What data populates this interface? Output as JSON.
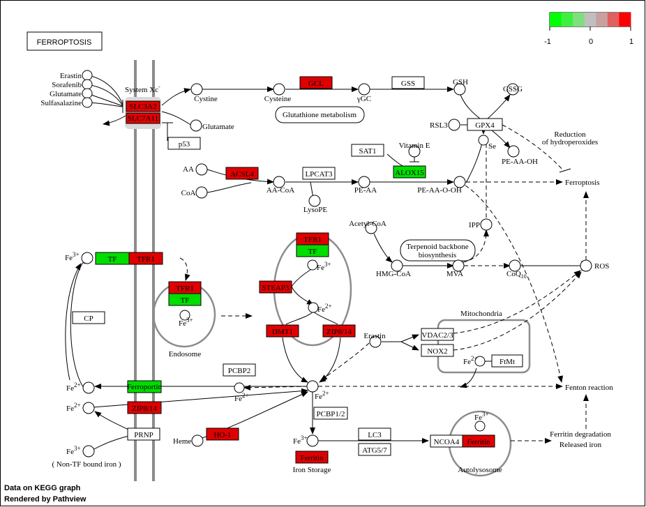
{
  "title": "FERROPTOSIS",
  "legend": {
    "scale_labels": [
      "-1",
      "0",
      "1"
    ],
    "gradient": [
      "#00ff00",
      "#3fef3f",
      "#7fdf7f",
      "#bfbfbf",
      "#c9a0a0",
      "#e06060",
      "#ff0000"
    ]
  },
  "colors": {
    "up": "#e00000",
    "down": "#00dd00",
    "neutral": "#ffffff",
    "membrane": "#8c8c8c"
  },
  "footer": {
    "line1": "Data on KEGG graph",
    "line2": "Rendered by Pathview"
  },
  "genes": {
    "slc3a2": "SLC3A2",
    "slc7a11": "SLC7A11",
    "gcl": "GCL",
    "gss": "GSS",
    "gpx4": "GPX4",
    "p53": "p53",
    "sat1": "SAT1",
    "alox15": "ALOX15",
    "acsl4": "ACSL4",
    "lpcat3": "LPCAT3",
    "tf": "TF",
    "tfr1": "TFR1",
    "tfr1_endo": "TFR1",
    "tf_endo": "TF",
    "tfr1_cl": "TFR1",
    "tf_cl": "TF",
    "steap3": "STEAP3",
    "dmt1": "DMT1",
    "zip814_right": "ZIP8/14",
    "cp": "CP",
    "ferroportin": "Ferroportin",
    "zip814_left": "ZIP8/14",
    "prnp": "PRNP",
    "pcbp2": "PCBP2",
    "ho1": "HO-1",
    "pcbp12": "PCBP1/2",
    "ferritin_store": "Ferritin",
    "lc3": "LC3",
    "atg57": "ATG5/7",
    "ncoa4": "NCOA4",
    "ferritin_auto": "Ferritin",
    "vdac23": "VDAC2/3",
    "nox2": "NOX2",
    "ftmt": "FtMt"
  },
  "labels": {
    "erastin": "Erastin",
    "sorafenib": "Sorafenib",
    "glutamate_in": "Glutamate",
    "sulfasalazine": "Sulfasalazine",
    "system_xc": "System Xc",
    "system_xc_sup": "-",
    "cystine": "Cystine",
    "cysteine": "Cysteine",
    "ygc": "γGC",
    "gsh": "GSH",
    "gssg": "GSSG",
    "glutamate_out": "Glutamate",
    "glutathione_metabolism": "Glutathione metabolism",
    "rsl3": "RSL3",
    "se": "Se",
    "reduction": "Reduction",
    "of_hydroperoxides": "of hydroperoxides",
    "vitamin_e": "Vitamin E",
    "pe_aa_oh": "PE-AA-OH",
    "aa": "AA",
    "coa": "CoA",
    "aa_coa": "AA-CoA",
    "pe_aa": "PE-AA",
    "lysope": "LysoPE",
    "pe_aa_o_oh": "PE-AA-O-OH",
    "ferroptosis_node": "Ferroptosis",
    "acetyl_coa": "Acetyl-CoA",
    "ipp": "IPP",
    "terpenoid1": "Terpenoid backbone",
    "terpenoid2": "biosynthesis",
    "hmg_coa": "HMG-CoA",
    "mva": "MVA",
    "coq10": "CoQ",
    "coq10_sub": "10",
    "ros": "ROS",
    "fe": "Fe",
    "fe3": "3+",
    "fe2": "2+",
    "endosome": "Endosome",
    "mitochondria": "Mitochondria",
    "erastin_mito": "Erastin",
    "fenton": "Fenton reaction",
    "non_tf": "( Non-TF bound iron )",
    "heme": "Heme",
    "iron_storage": "Iron Storage",
    "autolysosome": "Autolysosome",
    "ferritin_degradation": "Ferritin degradation",
    "released_iron": "Released iron"
  }
}
